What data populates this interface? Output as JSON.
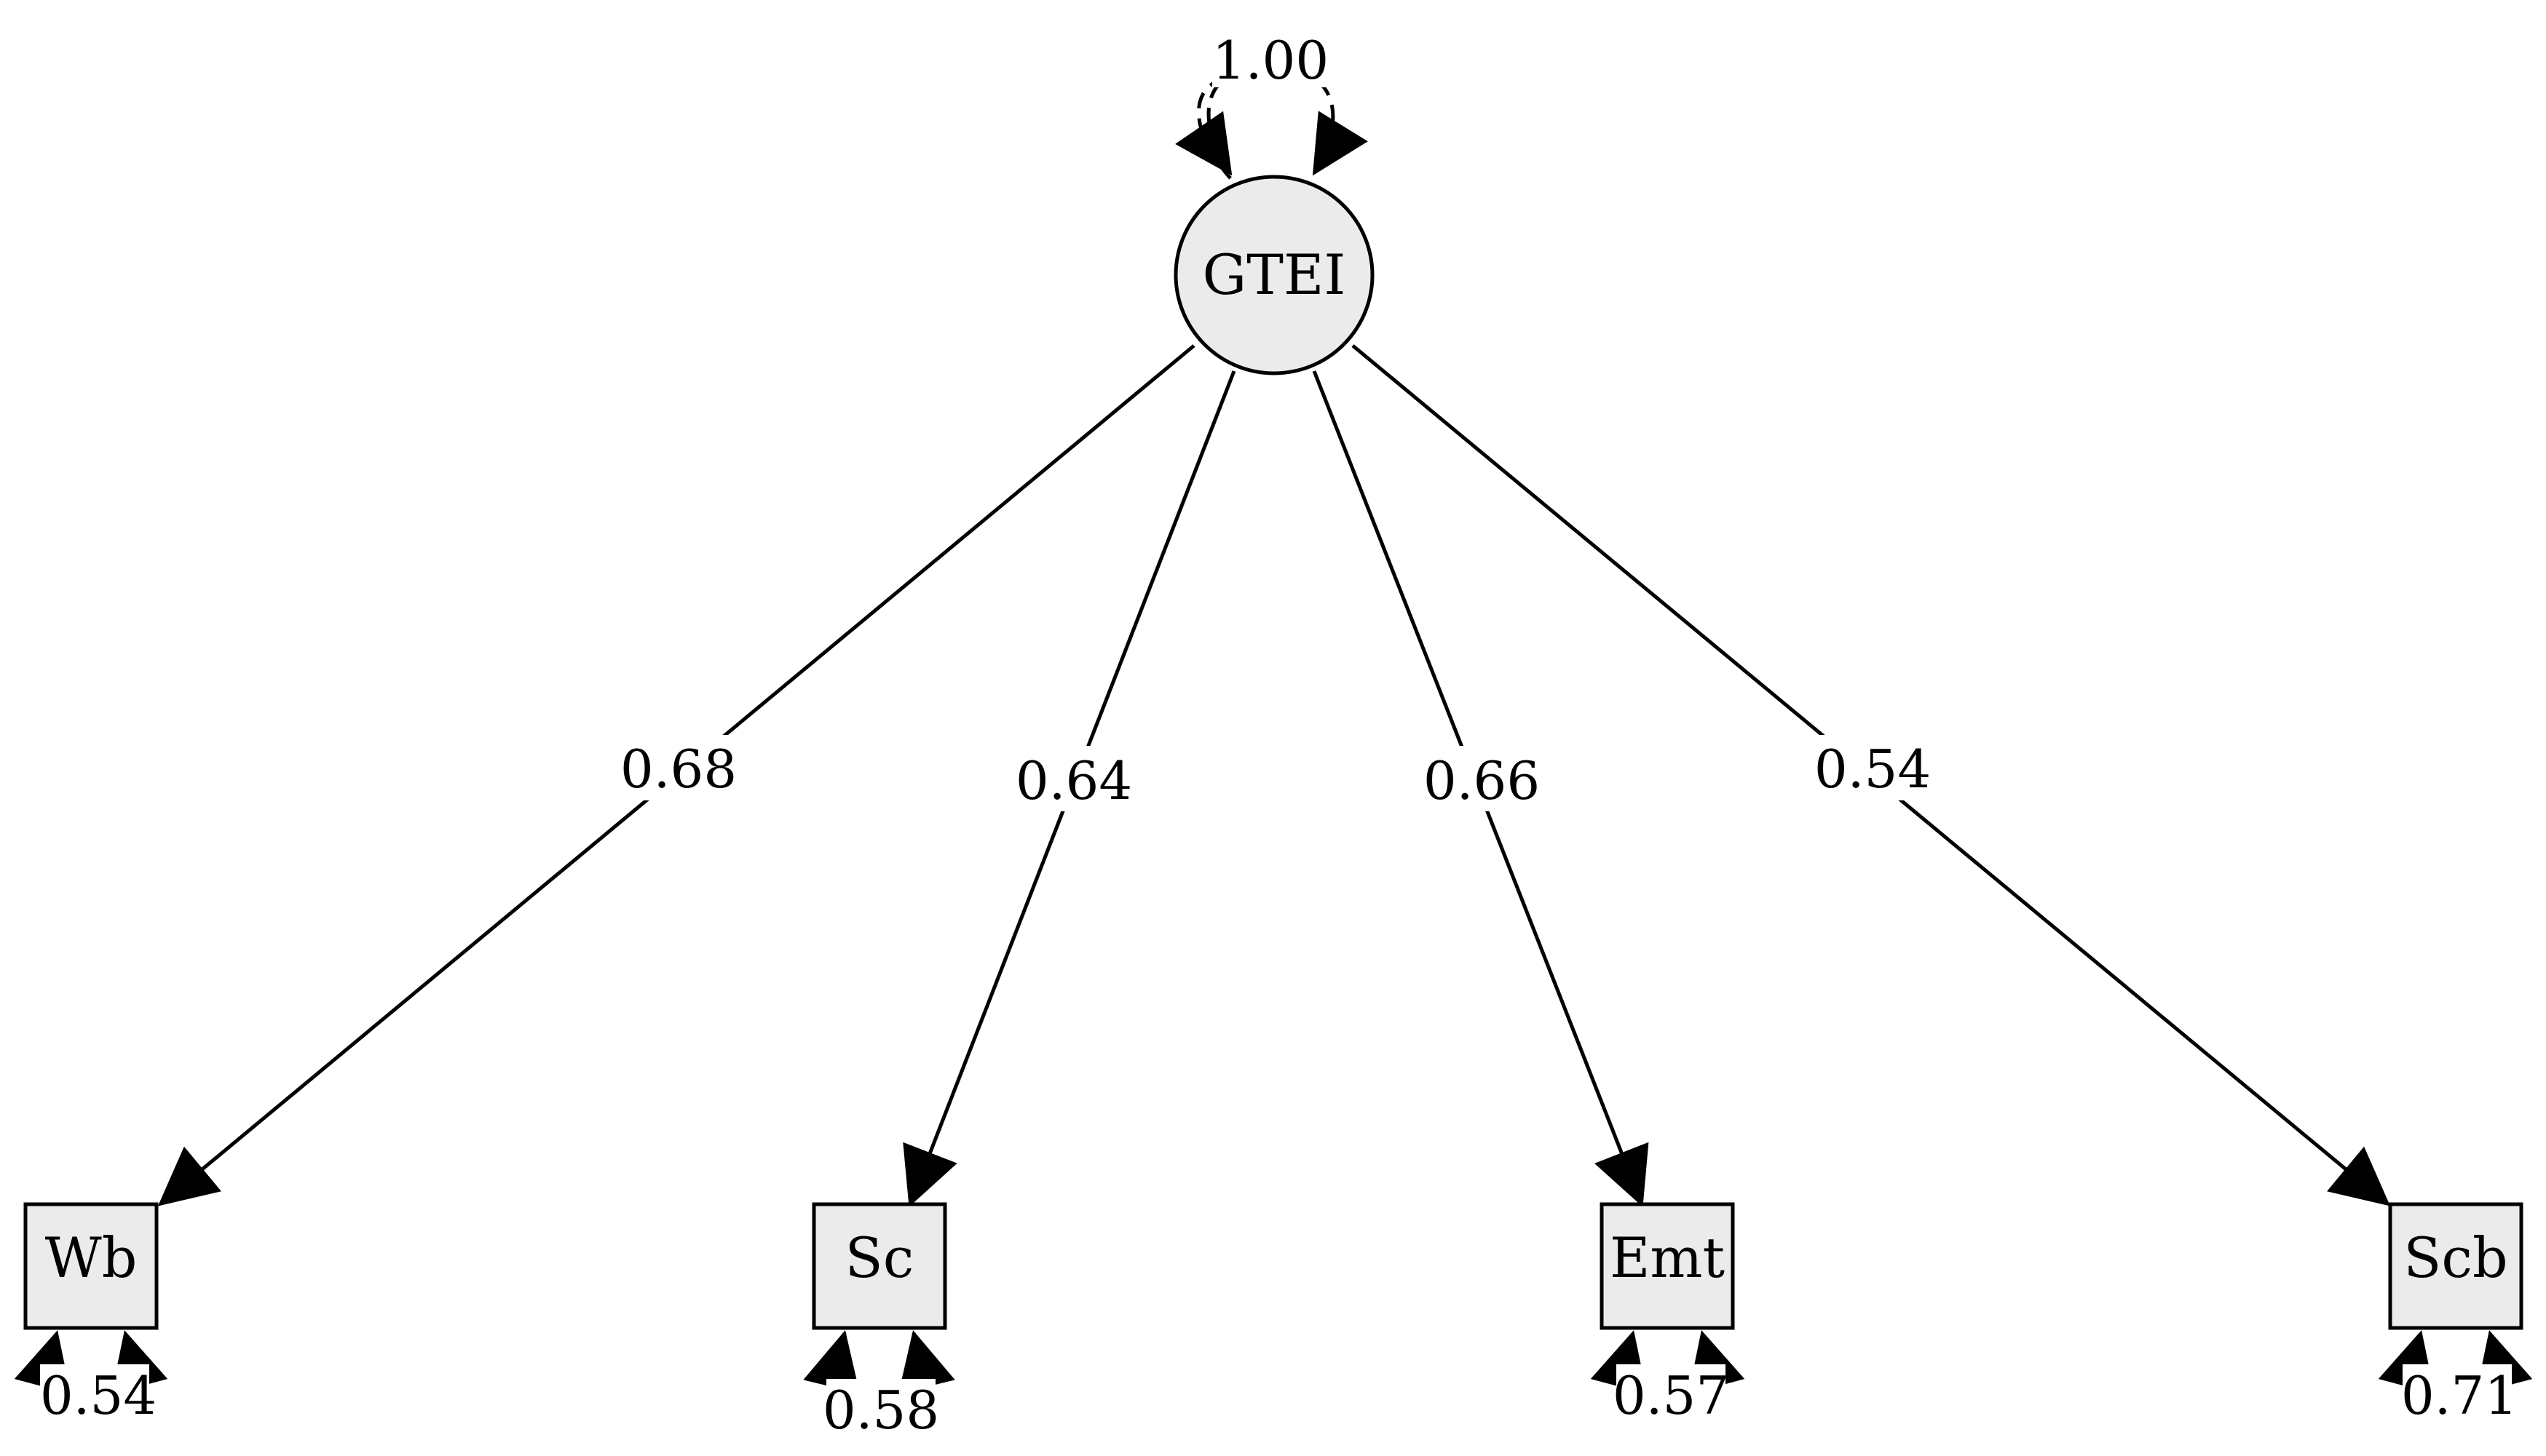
{
  "latent": {
    "name": "GTEI",
    "variance": "1.00"
  },
  "indicators": [
    {
      "name": "Wb",
      "loading": "0.68",
      "residual": "0.54"
    },
    {
      "name": "Sc",
      "loading": "0.64",
      "residual": "0.58"
    },
    {
      "name": "Emt",
      "loading": "0.66",
      "residual": "0.57"
    },
    {
      "name": "Scb",
      "loading": "0.54",
      "residual": "0.71"
    }
  ],
  "colors": {
    "node_fill": "#ebebeb",
    "stroke": "#000000",
    "background": "#ffffff"
  }
}
